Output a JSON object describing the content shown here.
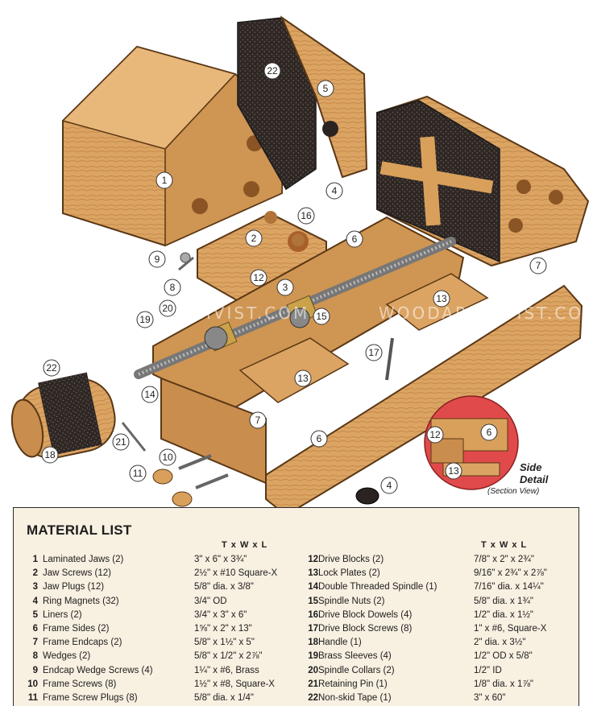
{
  "watermark": "WOODARCHIVIST.COM",
  "callouts": [
    "22",
    "5",
    "4",
    "1",
    "16",
    "2",
    "9",
    "6",
    "7",
    "12",
    "8",
    "3",
    "13",
    "20",
    "19",
    "15",
    "17",
    "22",
    "14",
    "13",
    "6",
    "7",
    "18",
    "21",
    "10",
    "11",
    "4",
    "12",
    "6",
    "13"
  ],
  "section_detail": {
    "label_line1": "Side",
    "label_line2": "Detail",
    "sublabel": "(Section View)"
  },
  "material_list": {
    "title": "MATERIAL LIST",
    "column_header": "T x W x L",
    "left_items": [
      {
        "num": "1",
        "name": "Laminated Jaws (2)",
        "dims": "3\" x 6\" x 3¾\""
      },
      {
        "num": "2",
        "name": "Jaw Screws (12)",
        "dims": "2½\" x #10 Square-X"
      },
      {
        "num": "3",
        "name": "Jaw Plugs (12)",
        "dims": "5/8\" dia. x 3/8\""
      },
      {
        "num": "4",
        "name": "Ring Magnets (32)",
        "dims": "3/4\" OD"
      },
      {
        "num": "5",
        "name": "Liners (2)",
        "dims": "3/4\" x 3\" x 6\""
      },
      {
        "num": "6",
        "name": "Frame Sides (2)",
        "dims": "1⅝\" x 2\" x 13\""
      },
      {
        "num": "7",
        "name": "Frame Endcaps (2)",
        "dims": "5/8\" x 1½\" x 5\""
      },
      {
        "num": "8",
        "name": "Wedges (2)",
        "dims": "5/8\" x 1/2\" x 2⅞\""
      },
      {
        "num": "9",
        "name": "Endcap Wedge Screws (4)",
        "dims": "1¼\" x #6, Brass"
      },
      {
        "num": "10",
        "name": "Frame Screws (8)",
        "dims": "1½\" x #8, Square-X"
      },
      {
        "num": "11",
        "name": "Frame Screw Plugs (8)",
        "dims": "5/8\" dia. x 1/4\""
      }
    ],
    "right_items": [
      {
        "num": "12",
        "name": "Drive Blocks (2)",
        "dims": "7/8\" x 2\" x 2¾\""
      },
      {
        "num": "13",
        "name": "Lock Plates (2)",
        "dims": "9/16\" x 2¾\" x 2⅞\""
      },
      {
        "num": "14",
        "name": "Double Threaded Spindle (1)",
        "dims": "7/16\" dia. x 14¼\""
      },
      {
        "num": "15",
        "name": "Spindle Nuts (2)",
        "dims": "5/8\" dia. x 1¾\""
      },
      {
        "num": "16",
        "name": "Drive Block Dowels (4)",
        "dims": "1/2\" dia. x 1½\""
      },
      {
        "num": "17",
        "name": "Drive Block Screws (8)",
        "dims": "1\" x #6, Square-X"
      },
      {
        "num": "18",
        "name": "Handle (1)",
        "dims": "2\" dia. x 3½\""
      },
      {
        "num": "19",
        "name": "Brass Sleeves (4)",
        "dims": "1/2\" OD x 5/8\""
      },
      {
        "num": "20",
        "name": "Spindle Collars (2)",
        "dims": "1/2\" ID"
      },
      {
        "num": "21",
        "name": "Retaining Pin (1)",
        "dims": "1/8\" dia. x 1⅞\""
      },
      {
        "num": "22",
        "name": "Non-skid Tape (1)",
        "dims": "3\" x 60\""
      }
    ]
  },
  "colors": {
    "wood": "#d9a05b",
    "wood_dark": "#b07338",
    "grit": "#2b2320",
    "sheet": "#f8f0e1",
    "detail_red": "#e04a4a"
  }
}
